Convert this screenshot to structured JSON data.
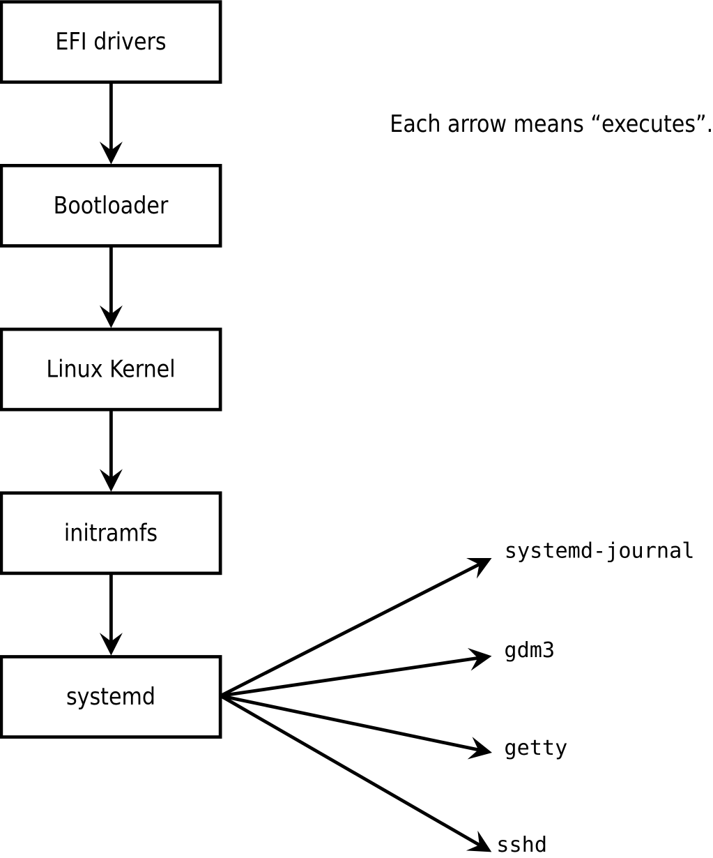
{
  "diagram": {
    "caption": "Each arrow means “executes”.",
    "arrow_meaning": "executes",
    "boot_chain": [
      {
        "label": "EFI drivers"
      },
      {
        "label": "Bootloader"
      },
      {
        "label": "Linux Kernel"
      },
      {
        "label": "initramfs"
      },
      {
        "label": "systemd"
      }
    ],
    "services": [
      {
        "label": "systemd-journal"
      },
      {
        "label": "gdm3"
      },
      {
        "label": "getty"
      },
      {
        "label": "sshd"
      }
    ],
    "colors": {
      "ink": "#000000",
      "background": "#ffffff"
    }
  }
}
